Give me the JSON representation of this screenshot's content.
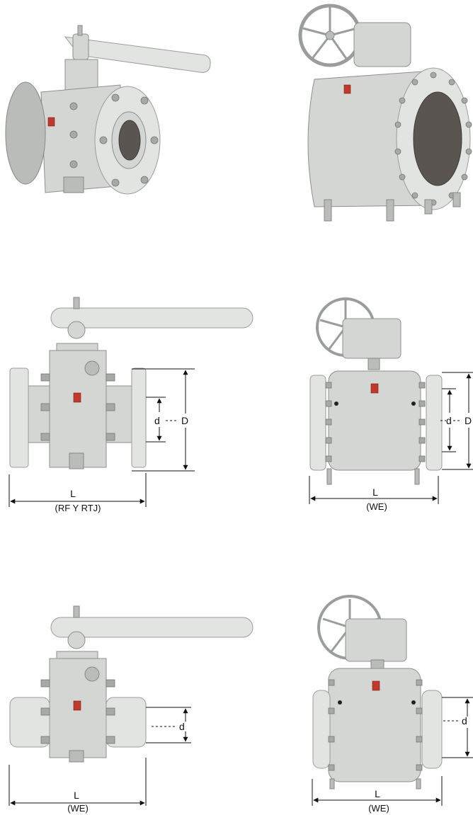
{
  "labels": {
    "d": "d",
    "D": "D",
    "L": "L",
    "rf_rtj": "(RF Y RTJ)",
    "we": "(WE)"
  },
  "colors": {
    "metal": "#d3d6d3",
    "metal_dark": "#b9bcb9",
    "bore": "#5a5550",
    "logo": "#c0392b",
    "dimension_line": "#111111"
  }
}
